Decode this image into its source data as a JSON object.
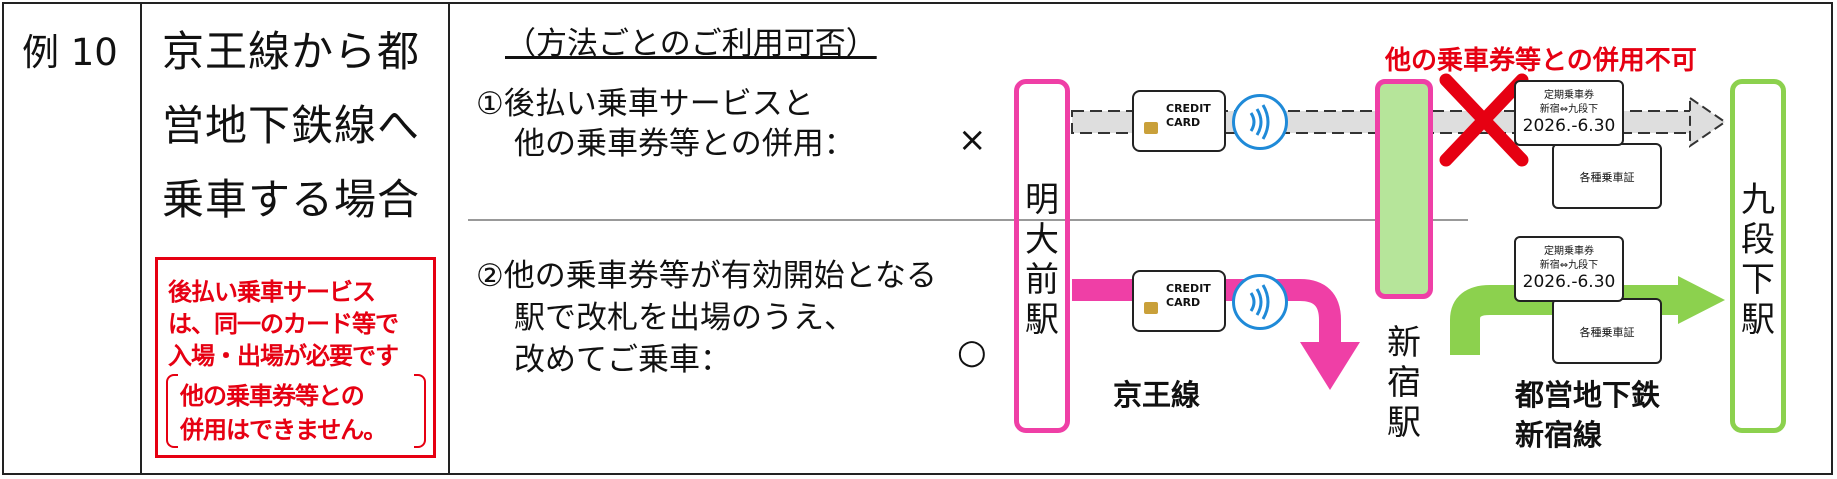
{
  "case": {
    "label": "例 10"
  },
  "title": {
    "lines": [
      "京王線から都",
      "営地下鉄線へ",
      "乗車する場合"
    ]
  },
  "warning": {
    "lines": [
      "後払い乗車サービス",
      "は、同一のカード等で",
      "入場・出場が必要です"
    ],
    "note_lines": [
      "他の乗車券等との",
      "併用はできません。"
    ]
  },
  "heading": "（方法ごとのご利用可否）",
  "option1": {
    "line1": "①後払い乗車サービスと",
    "line2": "他の乗車券等との併用：",
    "mark": "×"
  },
  "option2": {
    "line1": "②他の乗車券等が有効開始となる",
    "line2": "駅で改札を出場のうえ、",
    "line3": "改めてご乗車：",
    "mark": "○"
  },
  "red_title": "他の乗車券等との併用不可",
  "stations": {
    "meidaimae": [
      "明",
      "大",
      "前",
      "駅"
    ],
    "shinjuku": [
      "新",
      "宿",
      "駅"
    ],
    "kudanshita": [
      "九",
      "段",
      "下",
      "駅"
    ]
  },
  "lines": {
    "keio": "京王線",
    "toei_1": "都営地下鉄",
    "toei_2": "新宿線"
  },
  "card": {
    "line1": "CREDIT",
    "line2": "CARD"
  },
  "ticket": {
    "title": "定期乗車券",
    "route": "新宿⇔九段下",
    "date": "2026.-6.30",
    "back": "各種乗車証"
  },
  "colors": {
    "red": "#e60012",
    "pink": "#ef3fa6",
    "green": "#8cd14e",
    "light_green": "#b6e59a",
    "nfc_blue": "#1f8ad8"
  }
}
